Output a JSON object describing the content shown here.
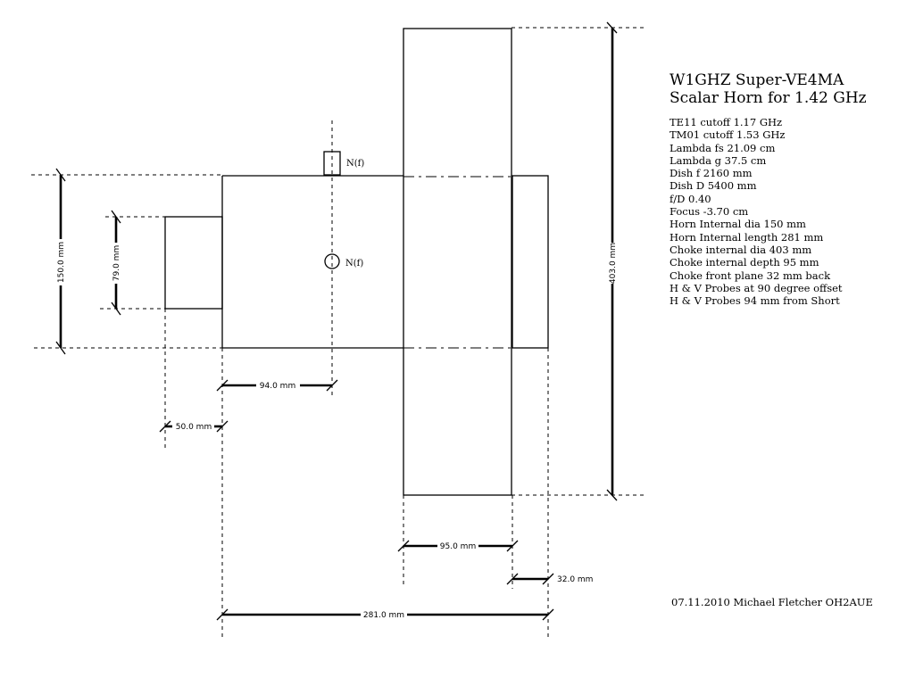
{
  "title": {
    "line1": "W1GHZ Super-VE4MA",
    "line2": "Scalar Horn for 1.42 GHz"
  },
  "specs": [
    "TE11 cutoff 1.17 GHz",
    "TM01 cutoff 1.53 GHz",
    "Lambda fs 21.09 cm",
    "Lambda g 37.5 cm",
    "Dish f 2160 mm",
    "Dish D 5400 mm",
    "f/D 0.40",
    "Focus -3.70 cm",
    "Horn Internal dia 150 mm",
    "Horn Internal length 281 mm",
    "Choke internal dia 403 mm",
    "Choke internal depth 95 mm",
    "Choke front plane 32 mm back",
    "H & V Probes at 90 degree offset",
    "H & V Probes 94 mm from Short"
  ],
  "footer": "07.11.2010 Michael Fletcher OH2AUE",
  "probes": {
    "top_label": "N(f)",
    "side_label": "N(f)"
  },
  "dimensions": {
    "horn_dia": "150.0 mm",
    "back_dia": "79.0 mm",
    "choke_dia": "403.0 mm",
    "probe_offset": "94.0 mm",
    "back_length": "50.0 mm",
    "choke_depth": "95.0 mm",
    "choke_front": "32.0 mm",
    "horn_length": "281.0 mm"
  }
}
